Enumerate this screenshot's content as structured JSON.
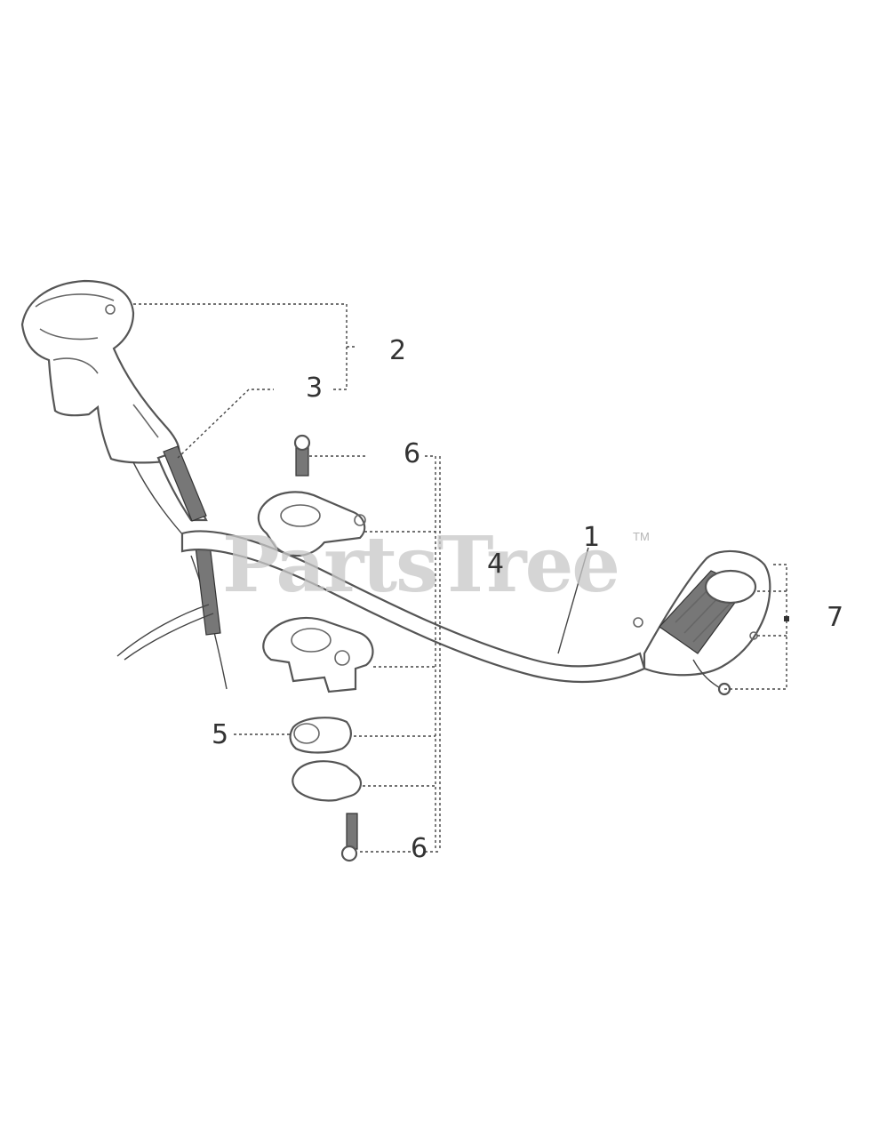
{
  "watermark": {
    "text": "PartsTree",
    "trademark": "TM"
  },
  "callouts": [
    {
      "id": "c1",
      "label": "1"
    },
    {
      "id": "c2",
      "label": "2"
    },
    {
      "id": "c3",
      "label": "3"
    },
    {
      "id": "c4",
      "label": "4"
    },
    {
      "id": "c5",
      "label": "5"
    },
    {
      "id": "c6a",
      "label": "6"
    },
    {
      "id": "c6b",
      "label": "6"
    },
    {
      "id": "c7",
      "label": "7"
    }
  ]
}
